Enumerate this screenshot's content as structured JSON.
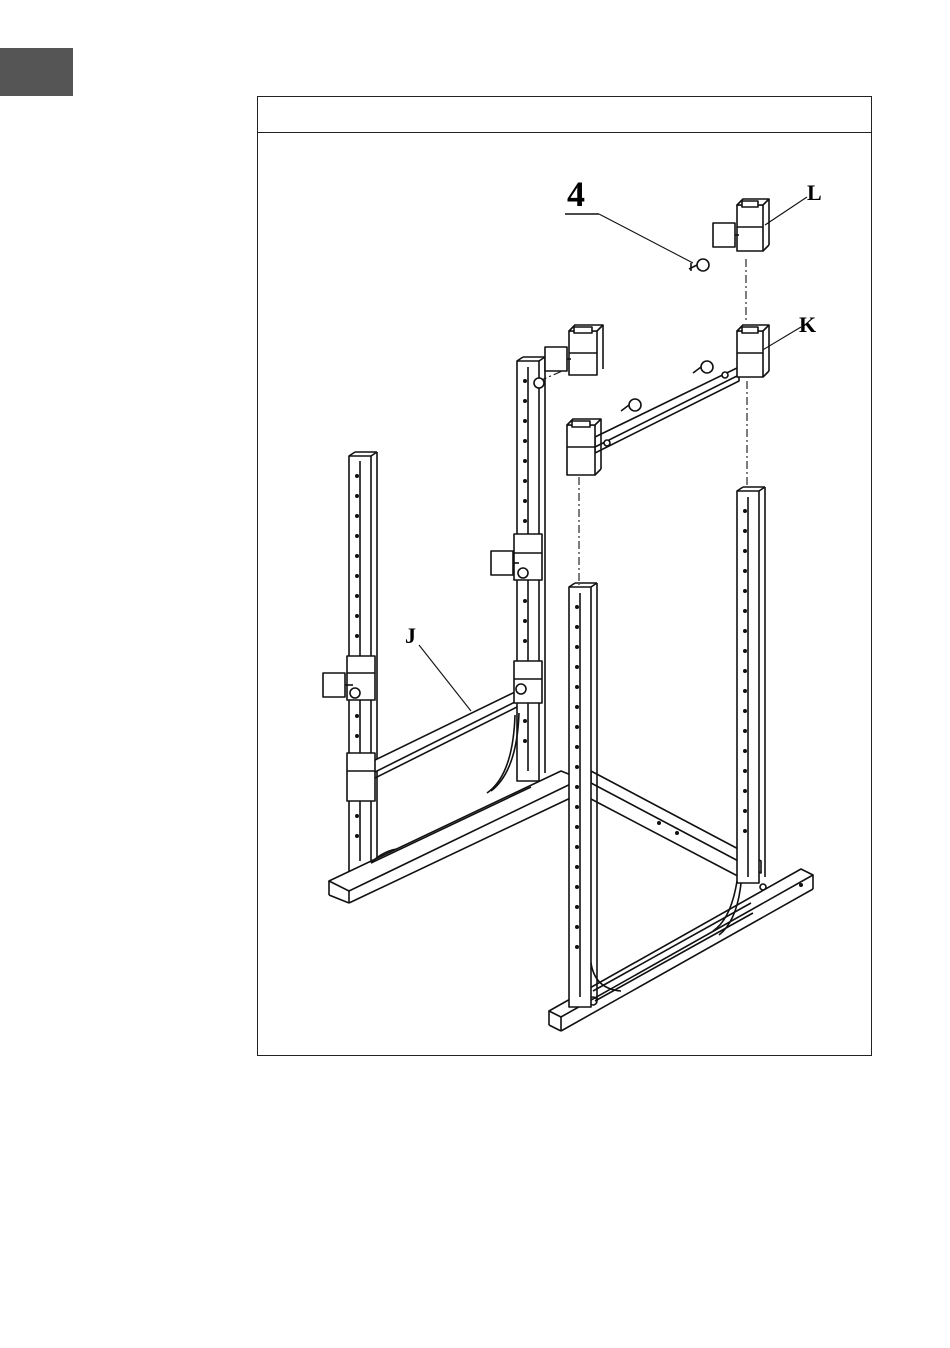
{
  "page": {
    "language_tab": "",
    "step_header": ""
  },
  "diagram": {
    "step_number": "4",
    "part_labels": {
      "L": "L",
      "K": "K",
      "J": "J"
    }
  },
  "colors": {
    "tab": "#555555",
    "line": "#111111"
  }
}
